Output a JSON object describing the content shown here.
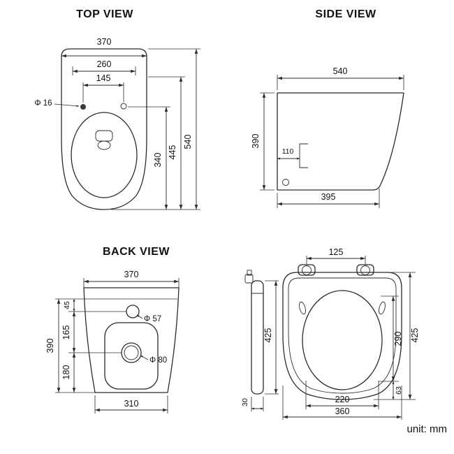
{
  "titles": {
    "top": "TOP VIEW",
    "side": "SIDE VIEW",
    "back": "BACK VIEW"
  },
  "unit_label": "unit: mm",
  "top_view": {
    "w370": "370",
    "w260": "260",
    "w145": "145",
    "hole_dia": "Φ 16",
    "d540": "540",
    "d445": "445",
    "d340": "340"
  },
  "side_view": {
    "w540": "540",
    "h390": "390",
    "o110": "110",
    "w395": "395"
  },
  "back_view": {
    "w370": "370",
    "s45": "45",
    "s165": "165",
    "s180": "180",
    "h390": "390",
    "hole57": "Φ 57",
    "hole80": "Φ 80",
    "w310": "310"
  },
  "seat_view": {
    "hinge125": "125",
    "side_h425": "425",
    "side_w30": "30",
    "open290": "290",
    "back63": "63",
    "h425": "425",
    "inner220": "220",
    "w360": "360"
  }
}
